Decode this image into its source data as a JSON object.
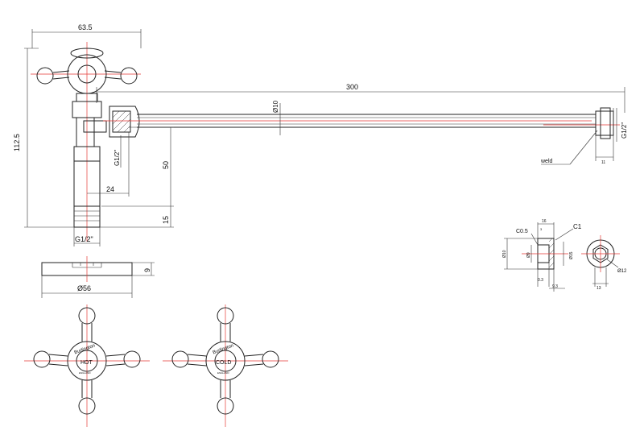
{
  "dimensions": {
    "width_top": "63.5",
    "length": "300",
    "pipe_dia": "Ø10",
    "thread_right": "G1/2\"",
    "height_total": "112.5",
    "thread_mid": "G1/2\"",
    "height_mid": "50",
    "offset": "24",
    "height_bottom": "15",
    "thread_bottom": "G1/2\"",
    "flange_thk": "9",
    "flange_dia": "Ø56",
    "weld_note": "weld",
    "weld_dim": "11"
  },
  "detail": {
    "chamfer_a": "C0.5",
    "chamfer_b": "C1",
    "len_a": "16",
    "small_a": "3",
    "dia_a": "Ø10",
    "dia_b": "Ø9",
    "dia_c": "Ø15",
    "dia_d": "Ø12",
    "small_b": "0.3",
    "len_b": "9.3",
    "side_w": "13"
  },
  "handles": {
    "brand": "Burlington",
    "hot_label": "HOT",
    "cold_label": "COLD",
    "made_in": "ENGLAND"
  }
}
